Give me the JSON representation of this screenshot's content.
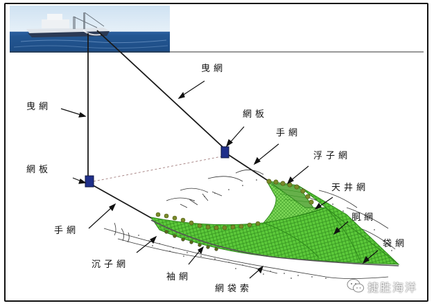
{
  "labels": {
    "yewang_top": "曳網",
    "yewang_left": "曳網",
    "wangban_right": "網板",
    "wangban_left": "網板",
    "shouwang_right": "手網",
    "shouwang_left": "手網",
    "fuziwang": "浮子網",
    "tianjingwang": "天井網",
    "dongwang": "胴網",
    "daiwang": "袋網",
    "chenziwang": "沉子網",
    "xiuwang": "袖網",
    "wangdaisuo": "網袋索"
  },
  "watermark": {
    "text": "捷胜海洋",
    "icon": "wechat-icon"
  },
  "colors": {
    "net_green": "#5cc93a",
    "net_dark": "#2f8a1c",
    "float_olive": "#7a8a2a",
    "board_blue": "#1f2f8a",
    "sea_blue": "#2a5f9e"
  }
}
